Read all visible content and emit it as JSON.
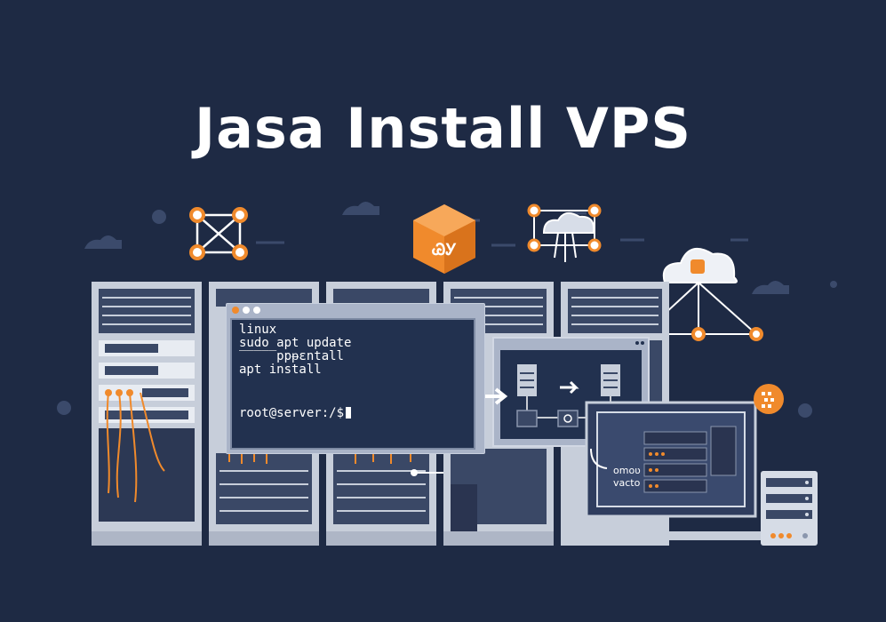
{
  "title": "Jasa Install VPS",
  "terminal": {
    "lines": [
      "linux",
      "sudo apt update",
      "‾‾‾‾‾ppᵽεntall",
      "apt install"
    ],
    "prompt": "root@server:/$"
  },
  "laptop_labels": [
    "omoʋ",
    "vacto"
  ],
  "cube_logo": "ᏊᎩ",
  "colors": {
    "background": "#1e2a44",
    "accent": "#f08a2c",
    "rack": "#c7ceda",
    "rack_inner": "#3a4866",
    "terminal_screen": "#22314f"
  }
}
